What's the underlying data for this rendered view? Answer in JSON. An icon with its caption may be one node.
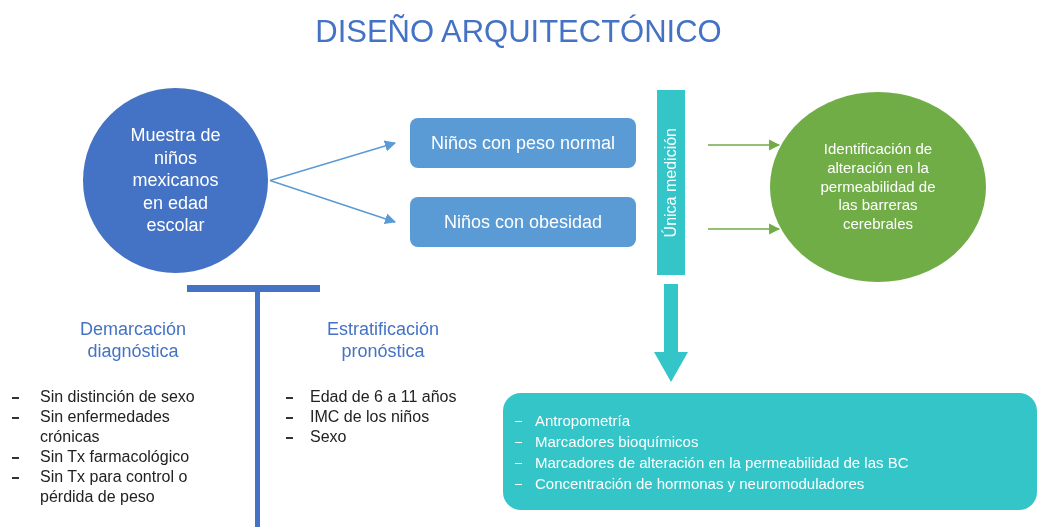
{
  "diagram": {
    "title": "DISEÑO ARQUITECTÓNICO",
    "nodes": [
      {
        "text": [
          "Muestra de niños mexicanos en edad escolar"
        ]
      },
      {
        "text": [
          "Niños con peso normal"
        ]
      },
      {
        "text": [
          "Niños con obesidad"
        ]
      },
      {
        "text": [
          "Única medición"
        ]
      },
      {
        "text": [
          "Identificación de alteración en la permeabilidad de las barreras cerebrales"
        ]
      },
      {
        "text": [
          "Antropometría",
          "Marcadores bioquímicos",
          "Marcadores de alteración en la permeabilidad de las BC",
          "Concentración de hormonas y neuromoduladores"
        ]
      }
    ],
    "edges": [
      {
        "from": 0,
        "to": 1,
        "arrow": "to",
        "color": "#5b9bd5"
      },
      {
        "from": 0,
        "to": 2,
        "arrow": "to",
        "color": "#5b9bd5"
      },
      {
        "from": 3,
        "to": 4,
        "arrow": "to",
        "color": "#70ad47"
      },
      {
        "from": 3,
        "to": 4,
        "arrow": "to",
        "color": "#70ad47"
      },
      {
        "from": 3,
        "to": 5,
        "arrow": "to",
        "style": "thick",
        "color": "#33c5c8"
      }
    ],
    "labels": [
      "Demarcación diagnóstica",
      "Sin distinción de sexo",
      "Sin enfermedades crónicas",
      "Sin Tx farmacológico",
      "Sin Tx para control o pérdida de peso",
      "Estratificación pronóstica",
      "Edad de 6 a 11 años",
      "IMC de los niños",
      "Sexo"
    ]
  }
}
